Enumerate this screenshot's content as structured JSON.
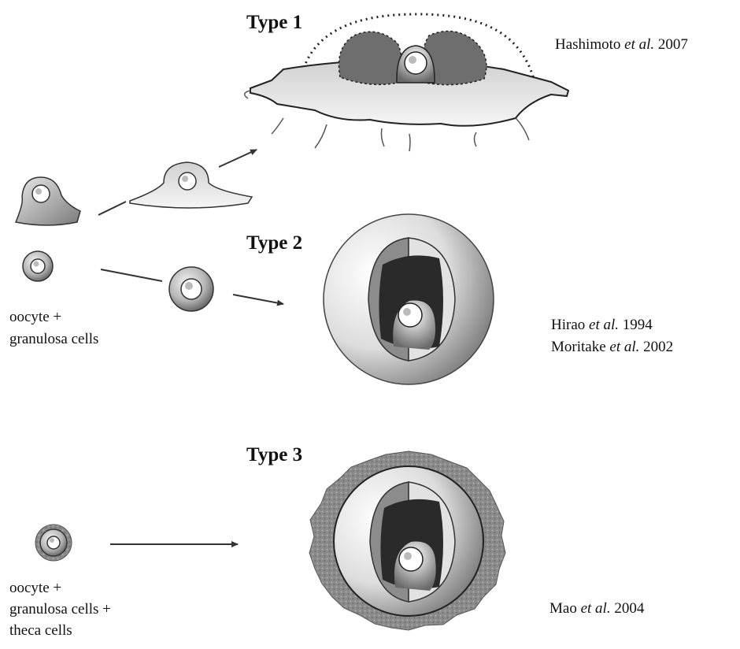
{
  "types": [
    {
      "label": "Type 1",
      "citations": [
        {
          "author": "Hashimoto ",
          "etal": "et al.",
          "year": " 2007"
        }
      ]
    },
    {
      "label": "Type 2",
      "citations": [
        {
          "author": "Hirao ",
          "etal": "et al.",
          "year": " 1994"
        },
        {
          "author": "Moritake ",
          "etal": "et al.",
          "year": " 2002"
        }
      ]
    },
    {
      "label": "Type 3",
      "citations": [
        {
          "author": "Mao ",
          "etal": "et al.",
          "year": " 2004"
        }
      ]
    }
  ],
  "captions": {
    "og": [
      "oocyte +",
      "granulosa cells"
    ],
    "ogt": [
      "oocyte +",
      "granulosa cells +",
      "theca cells"
    ]
  }
}
